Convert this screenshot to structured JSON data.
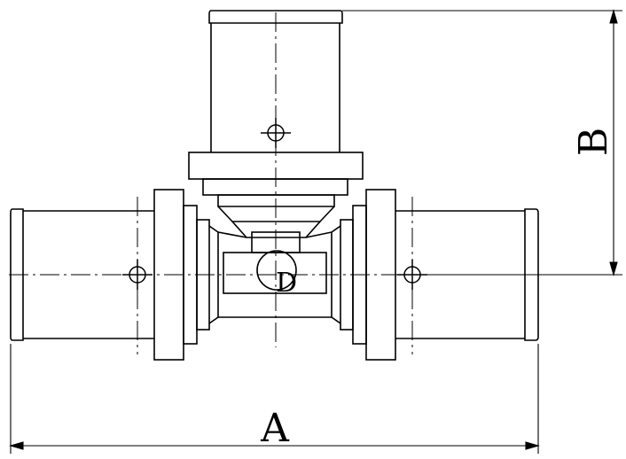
{
  "diagram": {
    "labels": {
      "dim_a": "A",
      "dim_b": "B",
      "port_d": "D"
    },
    "colors": {
      "line": "#000000",
      "background": "#ffffff"
    }
  }
}
